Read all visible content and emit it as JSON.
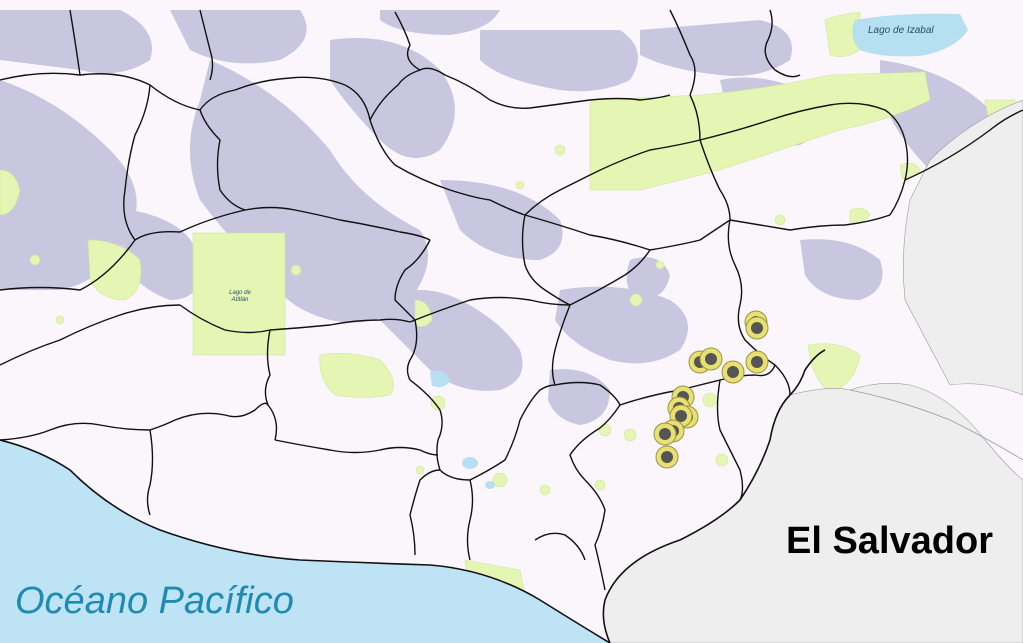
{
  "labels": {
    "country": "El Salvador",
    "ocean": "Océano Pacífico",
    "lake_izabal": "Lago de Izabal",
    "lake_atitlan_line1": "Lago de",
    "lake_atitlan_line2": "Atitlán"
  },
  "colors": {
    "land": "#fbf6fc",
    "neighbor": "#eeeeee",
    "ocean": "#bde3f5",
    "lake": "#b7dff2",
    "highland": "#c9c7e0",
    "protected_area": "#e4f5b4",
    "boundary": "#111111",
    "marker_ring": "#e8e070",
    "marker_core": "#555555"
  },
  "markers": [
    {
      "id": 1
    },
    {
      "id": 2
    },
    {
      "id": 3
    },
    {
      "id": 4
    },
    {
      "id": 5
    },
    {
      "id": 6
    },
    {
      "id": 7
    },
    {
      "id": 8
    },
    {
      "id": 9
    },
    {
      "id": 10
    },
    {
      "id": 11
    },
    {
      "id": 12
    },
    {
      "id": 13
    }
  ]
}
